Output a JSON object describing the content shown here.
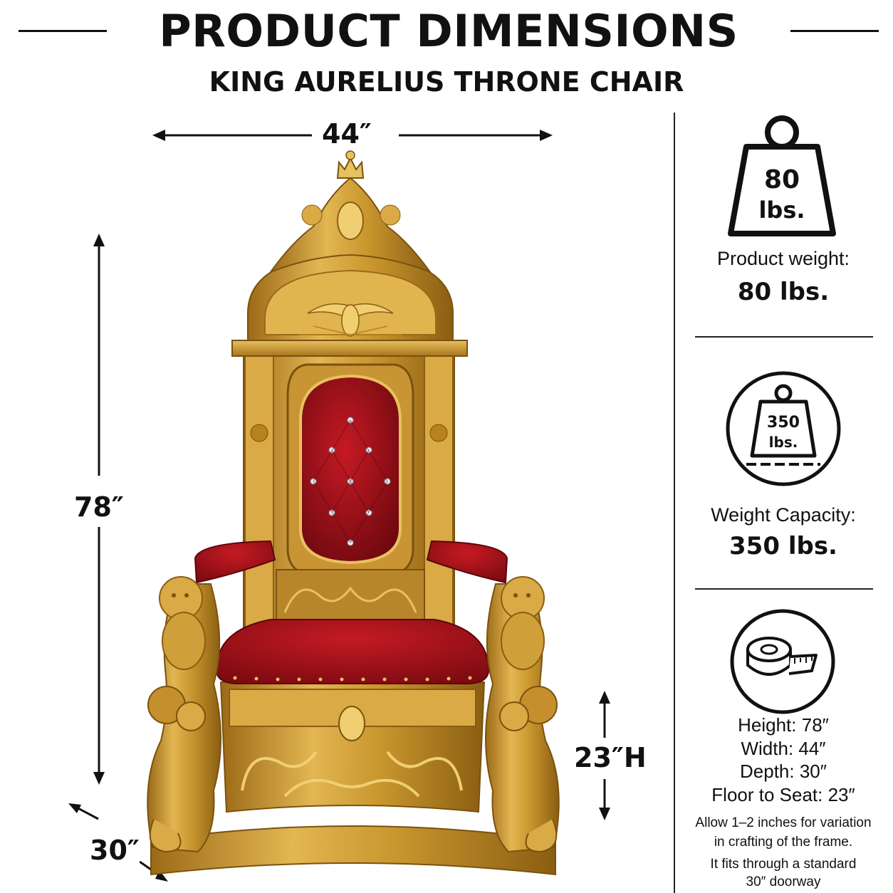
{
  "header": {
    "title": "PRODUCT DIMENSIONS",
    "subtitle": "KING AURELIUS THRONE CHAIR"
  },
  "dimension_callouts": {
    "width": "44″",
    "height": "78″",
    "depth": "30″",
    "seat_height": "23″H"
  },
  "specs": {
    "weight": {
      "icon_label_value": "80",
      "icon_label_unit": "lbs.",
      "label": "Product weight:",
      "value": "80 lbs."
    },
    "capacity": {
      "icon_label_value": "350",
      "icon_label_unit": "lbs.",
      "label": "Weight Capacity:",
      "value": "350 lbs."
    },
    "measurements": {
      "lines": [
        "Height: 78″",
        "Width: 44″",
        "Depth: 30″",
        "Floor to Seat: 23″"
      ],
      "note_variation": [
        "Allow 1–2 inches for variation",
        "in crafting of the frame."
      ],
      "note_doorway": [
        "It fits through a standard",
        "30″ doorway"
      ]
    }
  },
  "colors": {
    "gold": "#c9972e",
    "gold_dark": "#8a5e12",
    "gold_light": "#e8c160",
    "velvet": "#a3121a",
    "velvet_dark": "#6d080e",
    "ink": "#111111"
  },
  "icons": [
    "weight-icon",
    "weight-capacity-icon",
    "measuring-tape-icon"
  ]
}
